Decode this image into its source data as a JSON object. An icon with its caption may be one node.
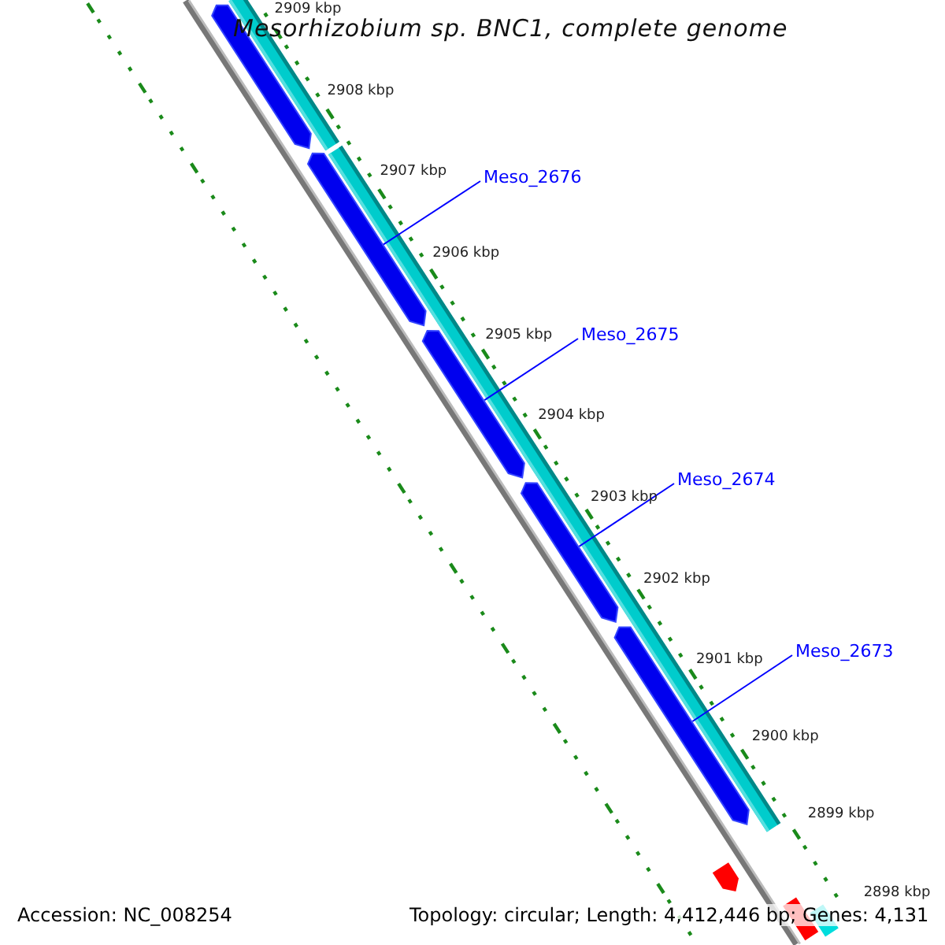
{
  "diagram": {
    "title": "Mesorhizobium sp. BNC1, complete genome",
    "nodes": [
      {
        "text": [],
        "shape": "arrow"
      },
      {
        "text": [],
        "shape": "arrow"
      },
      {
        "text": [],
        "shape": "arrow"
      },
      {
        "text": [],
        "shape": "arrow"
      },
      {
        "text": [],
        "shape": "arrow"
      },
      {
        "text": [
          "Meso_2676"
        ]
      },
      {
        "text": [
          "Meso_2675"
        ]
      },
      {
        "text": [
          "Meso_2674"
        ]
      },
      {
        "text": [
          "Meso_2673"
        ]
      }
    ],
    "edges": [
      {
        "from": 5,
        "to": 1,
        "arrow": "none"
      },
      {
        "from": 6,
        "to": 2,
        "arrow": "none"
      },
      {
        "from": 7,
        "to": 3,
        "arrow": "none"
      },
      {
        "from": 8,
        "to": 4,
        "arrow": "none"
      }
    ],
    "labels": [
      "2909 kbp",
      "2908 kbp",
      "2907 kbp",
      "2906 kbp",
      "2905 kbp",
      "2904 kbp",
      "2903 kbp",
      "2902 kbp",
      "2901 kbp",
      "2900 kbp",
      "2899 kbp",
      "2898 kbp",
      "Accession: NC_008254",
      "Topology: circular; Length: 4,412,446 bp; Genes: 4,131"
    ]
  }
}
